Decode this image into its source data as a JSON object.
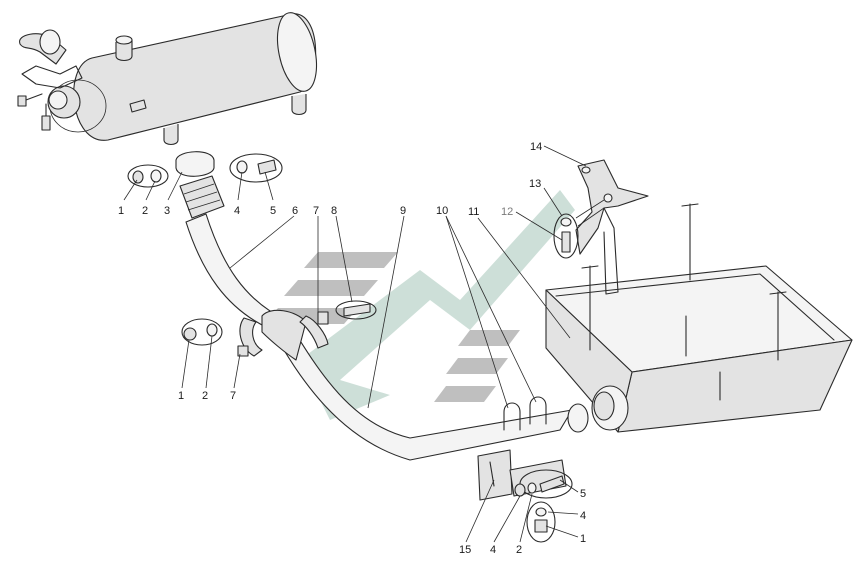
{
  "colors": {
    "line": "#2b2b2b",
    "part_fill": "#e3e3e3",
    "watermark_gray": "#b9b9b9",
    "watermark_teal": "#c8dcd4",
    "label_gray": "#7a7a7a"
  },
  "callouts": [
    {
      "id": "c-1-top",
      "text": "1"
    },
    {
      "id": "c-2-top",
      "text": "2"
    },
    {
      "id": "c-3",
      "text": "3"
    },
    {
      "id": "c-4-top",
      "text": "4"
    },
    {
      "id": "c-5-top",
      "text": "5"
    },
    {
      "id": "c-6",
      "text": "6"
    },
    {
      "id": "c-7-top",
      "text": "7"
    },
    {
      "id": "c-8",
      "text": "8"
    },
    {
      "id": "c-9",
      "text": "9"
    },
    {
      "id": "c-10",
      "text": "10"
    },
    {
      "id": "c-11",
      "text": "11"
    },
    {
      "id": "c-12",
      "text": "12"
    },
    {
      "id": "c-13",
      "text": "13"
    },
    {
      "id": "c-14",
      "text": "14"
    },
    {
      "id": "c-1-mid",
      "text": "1"
    },
    {
      "id": "c-2-mid",
      "text": "2"
    },
    {
      "id": "c-7-mid",
      "text": "7"
    },
    {
      "id": "c-5-bot",
      "text": "5"
    },
    {
      "id": "c-4-right",
      "text": "4"
    },
    {
      "id": "c-1-right",
      "text": "1"
    },
    {
      "id": "c-15",
      "text": "15"
    },
    {
      "id": "c-4-bot",
      "text": "4"
    },
    {
      "id": "c-2-bot",
      "text": "2"
    }
  ]
}
